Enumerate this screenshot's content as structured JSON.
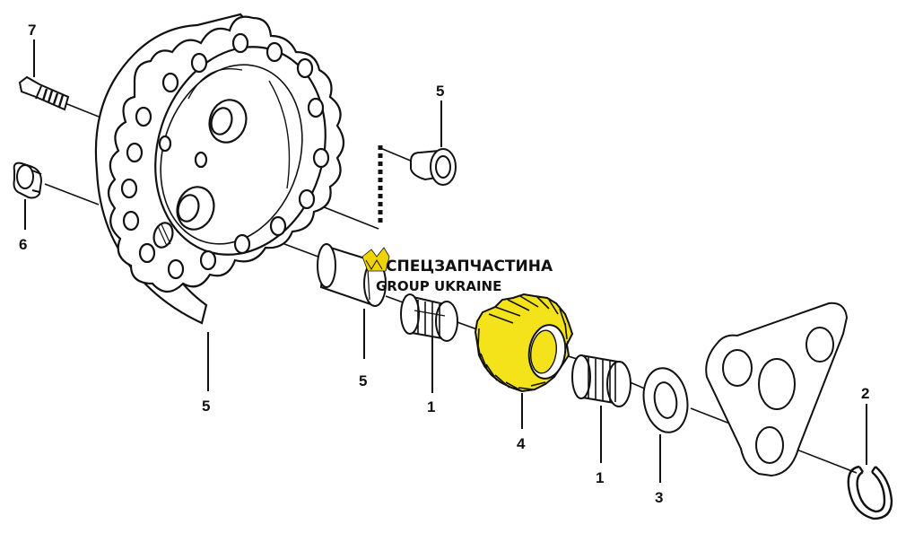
{
  "callouts": {
    "c7": "7",
    "c5_bolt": "5",
    "c6": "6",
    "c5_housing": "5",
    "c5_pin": "5",
    "c1_left": "1",
    "c4": "4",
    "c1_right": "1",
    "c3": "3",
    "c2": "2"
  },
  "watermark": {
    "line1": "СПЕЦЗАПЧАСТИНА",
    "line2": "GROUP UKRAINE"
  },
  "colors": {
    "line": "#111111",
    "highlight_gear": "#f4e21a",
    "watermark_logo": "#f0d400"
  }
}
